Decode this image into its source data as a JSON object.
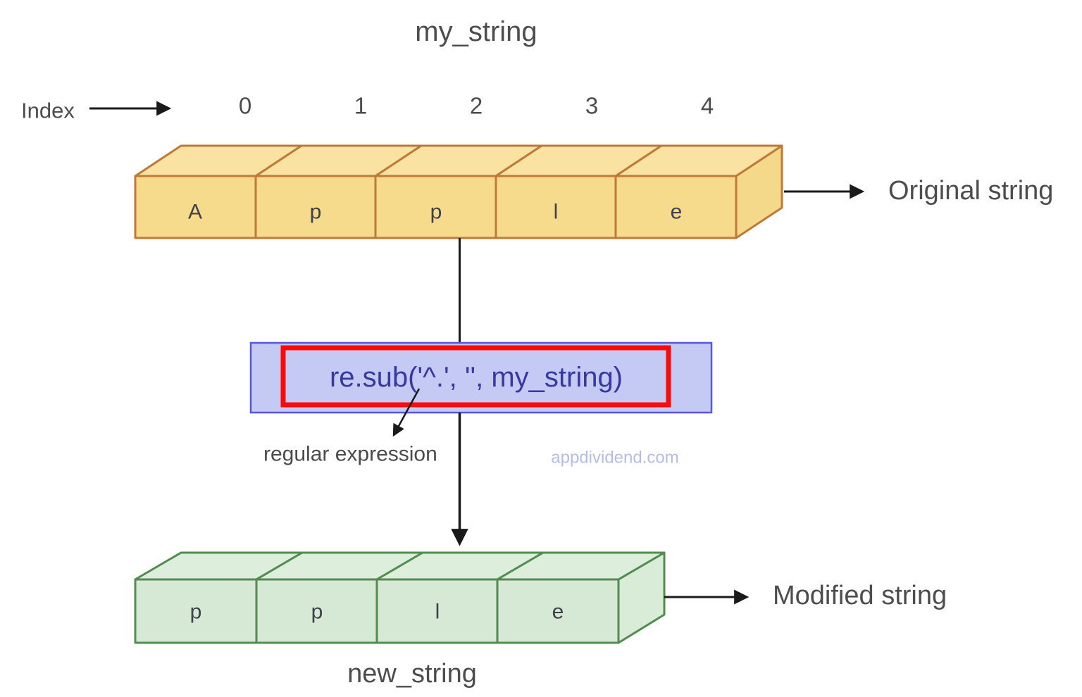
{
  "original": {
    "title": "my_string",
    "letters": [
      "A",
      "p",
      "p",
      "l",
      "e"
    ],
    "arrow_label": "Original string"
  },
  "index": {
    "label": "Index",
    "values": [
      "0",
      "1",
      "2",
      "3",
      "4"
    ]
  },
  "code": {
    "expression": "re.sub('^.', '', my_string)",
    "annotation": "regular expression"
  },
  "watermark": "appdividend.com",
  "modified": {
    "title": "new_string",
    "letters": [
      "p",
      "p",
      "l",
      "e"
    ],
    "arrow_label": "Modified string"
  },
  "colors": {
    "original_fill": "#f7db8d",
    "original_border": "#c07a38",
    "modified_fill": "#d5e9d4",
    "modified_border": "#538c50",
    "code_box_fill": "#c5caf4",
    "code_box_border": "#5558d9",
    "highlight_border": "#fb0a0a",
    "code_text": "#38389e",
    "label_text": "#4d4d4d",
    "watermark_text": "#b4bde2",
    "arrow": "#1a1a1a"
  }
}
